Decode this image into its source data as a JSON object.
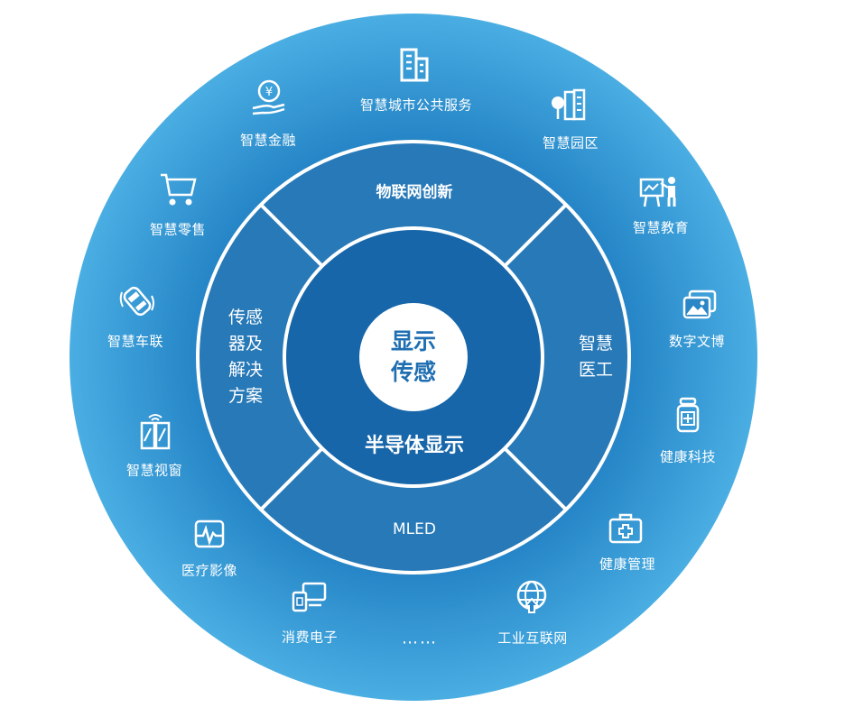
{
  "colors": {
    "outer_light": "#43a9e1",
    "outer_dark": "#1d7cc0",
    "middle_ring": "#2779b8",
    "inner_circle": "#1766a9",
    "center_text": "#1f6fb2",
    "line": "#ffffff"
  },
  "center": {
    "line1": "显示",
    "line2": "传感"
  },
  "inner_label": "半导体显示",
  "segments": {
    "top": "物联网创新",
    "right": "智慧",
    "right2": "医工",
    "bottom": "MLED",
    "left": [
      "传感",
      "器及",
      "解决",
      "方案"
    ]
  },
  "applications": [
    {
      "label": "智慧城市公共服务",
      "icon": "office-building-icon"
    },
    {
      "label": "智慧园区",
      "icon": "park-buildings-icon"
    },
    {
      "label": "智慧教育",
      "icon": "teacher-board-icon"
    },
    {
      "label": "数字文博",
      "icon": "gallery-pictures-icon"
    },
    {
      "label": "健康科技",
      "icon": "medicine-bottle-icon"
    },
    {
      "label": "健康管理",
      "icon": "first-aid-kit-icon"
    },
    {
      "label": "工业互联网",
      "icon": "globe-upload-icon"
    },
    {
      "label": "消费电子",
      "icon": "devices-icon"
    },
    {
      "label": "医疗影像",
      "icon": "heartbeat-monitor-icon"
    },
    {
      "label": "智慧视窗",
      "icon": "smart-window-icon"
    },
    {
      "label": "智慧车联",
      "icon": "connected-car-icon"
    },
    {
      "label": "智慧零售",
      "icon": "shopping-cart-icon"
    },
    {
      "label": "智慧金融",
      "icon": "coin-hand-icon"
    }
  ],
  "ellipsis": "……"
}
